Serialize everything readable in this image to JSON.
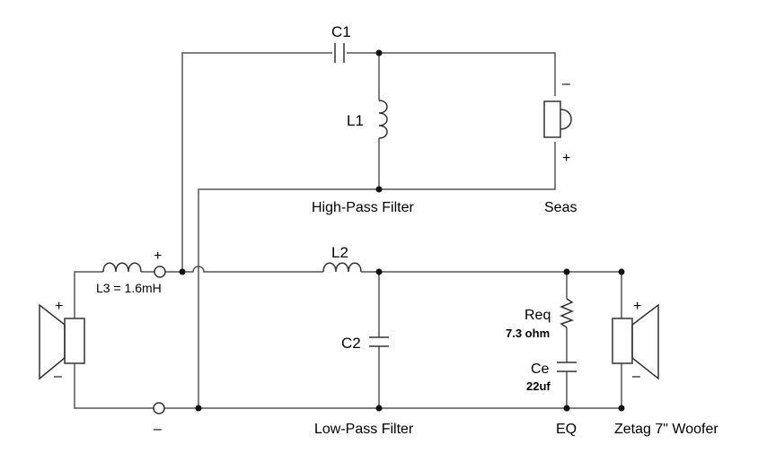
{
  "components": {
    "c1": "C1",
    "l1": "L1",
    "l2": "L2",
    "l3": "L3 = 1.6mH",
    "c2": "C2",
    "req": "Req",
    "req_value": "7.3 ohm",
    "ce": "Ce",
    "ce_value": "22uf"
  },
  "sections": {
    "high_pass": "High-Pass Filter",
    "low_pass": "Low-Pass Filter",
    "eq": "EQ"
  },
  "speakers": {
    "tweeter": "Seas",
    "woofer": "Zetag 7\" Woofer"
  },
  "polarity": {
    "plus": "+",
    "minus": "–"
  }
}
